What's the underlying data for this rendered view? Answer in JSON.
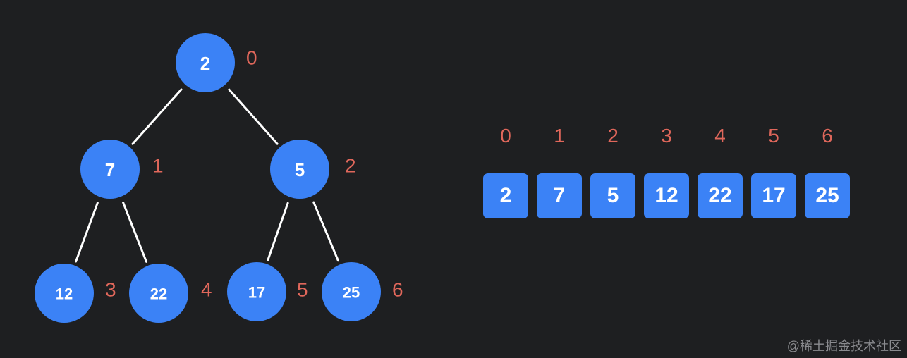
{
  "tree": {
    "nodes": [
      {
        "value": "2",
        "index": "0"
      },
      {
        "value": "7",
        "index": "1"
      },
      {
        "value": "5",
        "index": "2"
      },
      {
        "value": "12",
        "index": "3"
      },
      {
        "value": "22",
        "index": "4"
      },
      {
        "value": "17",
        "index": "5"
      },
      {
        "value": "25",
        "index": "6"
      }
    ],
    "edges": [
      [
        0,
        1
      ],
      [
        0,
        2
      ],
      [
        1,
        3
      ],
      [
        1,
        4
      ],
      [
        2,
        5
      ],
      [
        2,
        6
      ]
    ]
  },
  "array": {
    "indices": [
      "0",
      "1",
      "2",
      "3",
      "4",
      "5",
      "6"
    ],
    "values": [
      "2",
      "7",
      "5",
      "12",
      "22",
      "17",
      "25"
    ]
  },
  "colors": {
    "background": "#1e1f21",
    "node_fill": "#3b82f6",
    "index_text": "#e0675b",
    "edge": "#ffffff"
  },
  "watermark": "@稀土掘金技术社区"
}
